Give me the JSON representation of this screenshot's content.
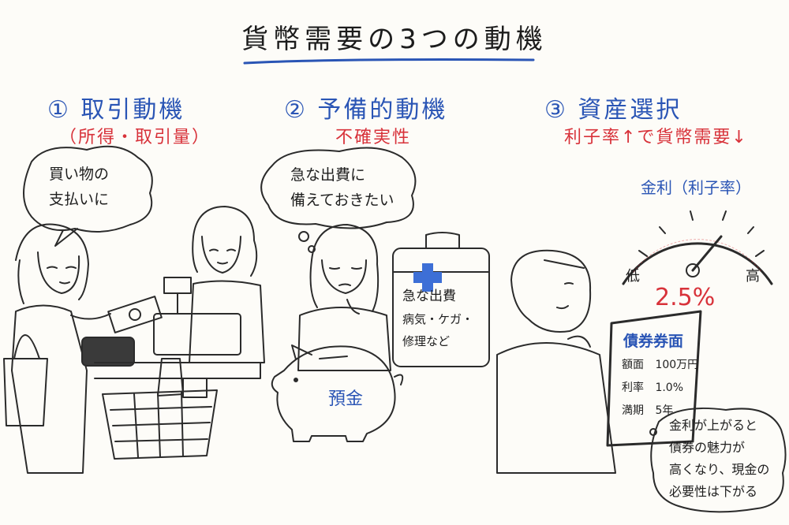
{
  "title": "貨幣需要の3つの動機",
  "sections": [
    {
      "heading": "① 取引動機",
      "subheading": "（所得・取引量）",
      "bubble_lines": [
        "買い物の",
        "支払いに"
      ]
    },
    {
      "heading": "② 予備的動機",
      "subheading": "不確実性",
      "bubble_lines": [
        "急な出費に",
        "備えておきたい"
      ],
      "kit_lines": [
        "急な出費",
        "病気・ケガ・",
        "修理など"
      ],
      "piggy_label": "預金"
    },
    {
      "heading": "③ 資産選択",
      "subheading": "利子率↑で貨幣需要↓",
      "gauge_label": "金利（利子率）",
      "gauge_low": "低",
      "gauge_high": "高",
      "gauge_value": "2.5%",
      "bond": {
        "title": "債券券面",
        "rows": [
          {
            "label": "額面",
            "value": "100万円"
          },
          {
            "label": "利率",
            "value": "1.0%"
          },
          {
            "label": "満期",
            "value": "5年"
          }
        ]
      },
      "bubble_lines": [
        "金利が上がると",
        "債券の魅力が",
        "高くなり、現金の",
        "必要性は下がる"
      ]
    }
  ],
  "colors": {
    "heading": "#2a55b5",
    "accent": "#d8323a",
    "ink": "#222222"
  }
}
